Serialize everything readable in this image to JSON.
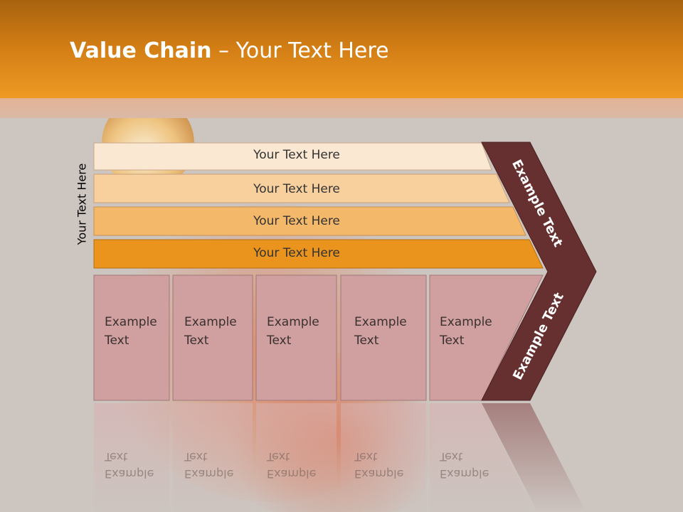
{
  "header": {
    "title_bold": "Value Chain",
    "title_rest": " – Your Text Here"
  },
  "side_label": "Your Text Here",
  "bars": [
    "Your Text Here",
    "Your Text Here",
    "Your Text Here",
    "Your Text Here"
  ],
  "boxes": [
    "Example Text",
    "Example Text",
    "Example Text",
    "Example Text",
    "Example Text"
  ],
  "chevron": {
    "upper": "Example Text",
    "lower": "Example Text"
  },
  "colors": {
    "header": "#e8921e",
    "bar1": "#fbe8d2",
    "bar2": "#f8d09e",
    "bar3": "#f4b86a",
    "bar4": "#ea931d",
    "box": "#d0a0a0",
    "chevron": "#65302f"
  }
}
